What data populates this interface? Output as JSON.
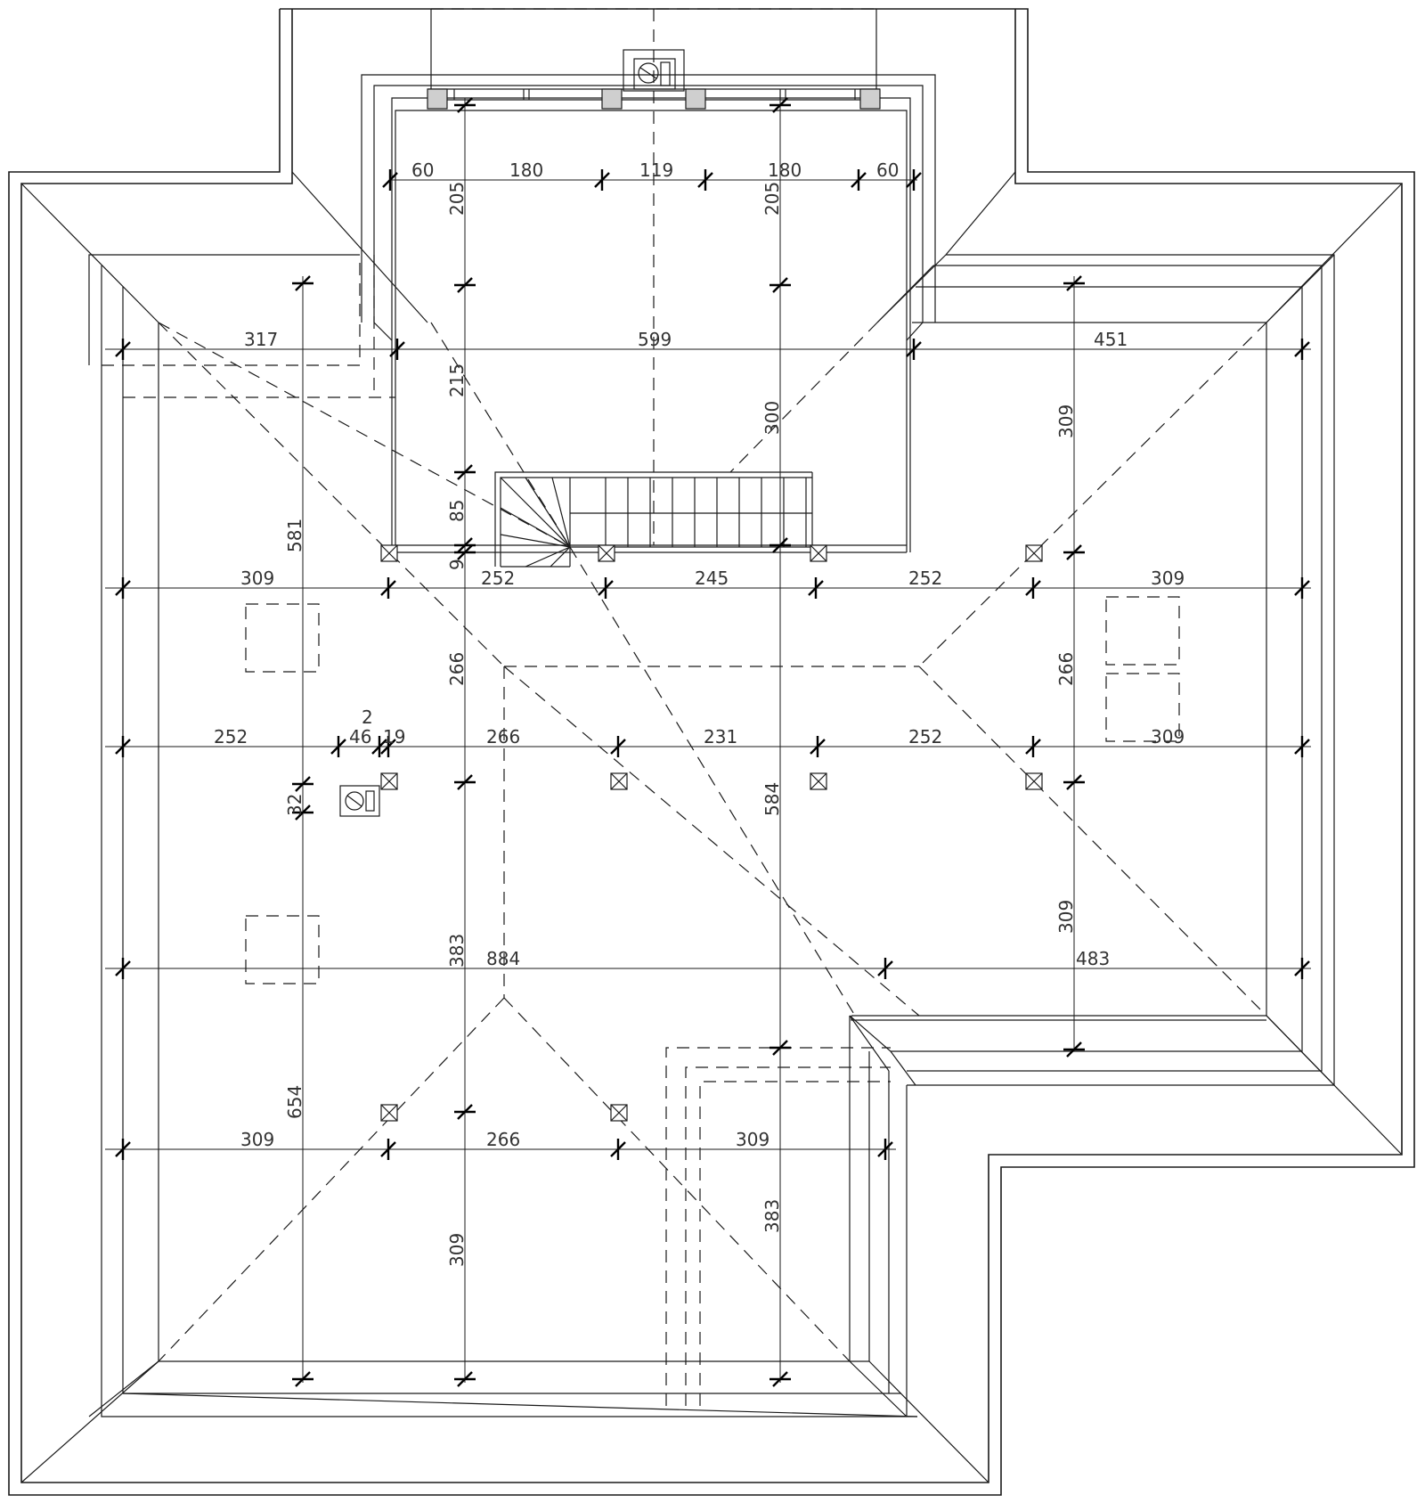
{
  "drawing": {
    "dimensions": {
      "top_chimney_row": [
        "60",
        "180",
        "119",
        "180",
        "60"
      ],
      "dormer_height_left": "205",
      "dormer_height_right": "205",
      "row_upper": [
        "317",
        "599",
        "451"
      ],
      "left_top_vertical": "215",
      "mid_vertical_300": "300",
      "right_top_vertical": "309",
      "stair_vertical": "85",
      "small_vertical": "9",
      "left_span_vertical": "581",
      "row_stair": [
        "309",
        "252",
        "245",
        "252",
        "309"
      ],
      "left_mid_vertical": "266",
      "right_mid_vertical": "266",
      "small_top": "2",
      "row_mid": [
        "252",
        "46",
        "19",
        "266",
        "231",
        "252",
        "309"
      ],
      "chimney_offset": "32",
      "center_vertical": "584",
      "right_lower_vertical": "309",
      "left_low_vertical": "383",
      "row_lower": [
        "884",
        "483"
      ],
      "far_left_vertical": "654",
      "row_bottom": [
        "309",
        "266",
        "309"
      ],
      "bottom_center_vertical": "309",
      "bottom_right_vertical": "383"
    },
    "symbols": {
      "chimney": "chimney-icon",
      "post": "post-cross-box-icon",
      "dormer_window": "window-hatch-icon"
    },
    "colors": {
      "line": "#1a1a1a",
      "paper": "#ffffff",
      "hatch": "#cfcfcf"
    }
  }
}
